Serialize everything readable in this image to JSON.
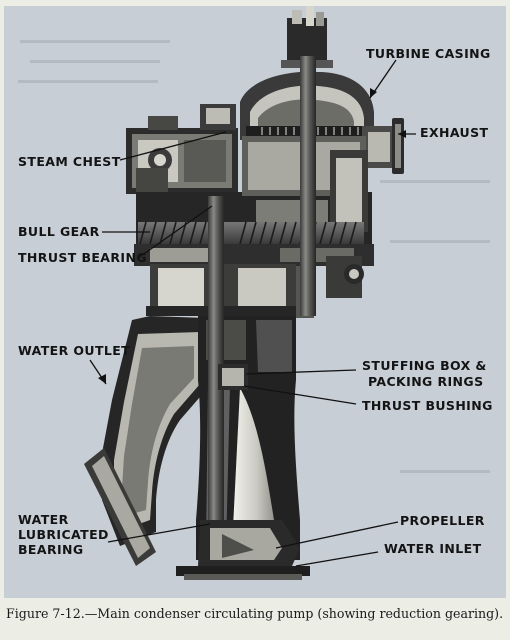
{
  "figure": {
    "caption": "Figure 7-12.—Main condenser circulating pump (showing reduction gearing).",
    "labels": {
      "turbine_casing": "TURBINE CASING",
      "exhaust": "EXHAUST",
      "steam_chest": "STEAM CHEST",
      "bull_gear": "BULL GEAR",
      "thrust_bearing": "THRUST BEARING",
      "water_outlet": "WATER OUTLET",
      "stuffing_box_line1": "STUFFING BOX &",
      "stuffing_box_line2": "PACKING RINGS",
      "thrust_bushing": "THRUST BUSHING",
      "water_lubricated_line1": "WATER",
      "water_lubricated_line2": "LUBRICATED",
      "water_lubricated_line3": "BEARING",
      "propeller": "PROPELLER",
      "water_inlet": "WATER INLET"
    }
  },
  "colors": {
    "background": "#eceee6",
    "panel": "#c7cdd4",
    "metal_dark": "#2b2b2b",
    "metal_mid": "#6e6e6e",
    "metal_light": "#d8d8d2"
  }
}
